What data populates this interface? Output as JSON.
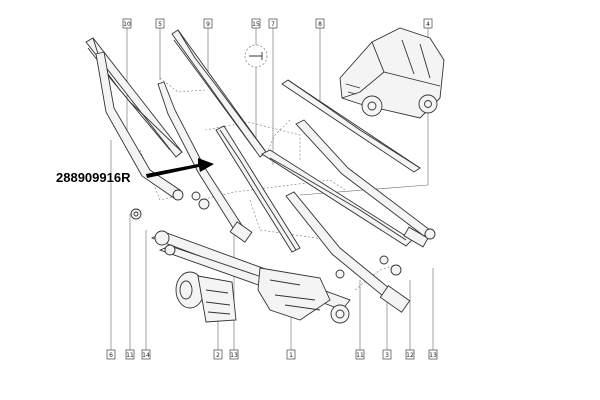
{
  "part_number": "288909916R",
  "callouts": {
    "top": [
      "10",
      "5",
      "9",
      "15",
      "7",
      "8",
      "4"
    ],
    "bottom": [
      "6",
      "11",
      "14",
      "2",
      "13",
      "1",
      "11",
      "3",
      "12",
      "13"
    ]
  }
}
